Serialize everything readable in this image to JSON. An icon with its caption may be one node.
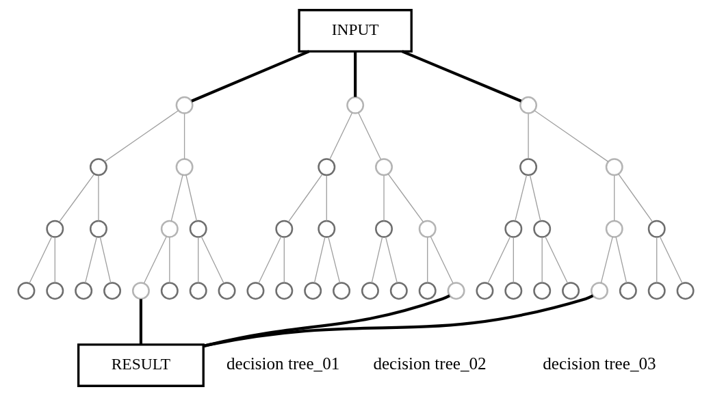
{
  "diagram": {
    "nodes": [
      {
        "text": [
          "INPUT"
        ]
      },
      {
        "text": [],
        "shape": "circle"
      },
      {
        "text": [],
        "shape": "circle"
      },
      {
        "text": [],
        "shape": "circle"
      },
      {
        "text": [],
        "shape": "circle"
      },
      {
        "text": [],
        "shape": "circle"
      },
      {
        "text": [],
        "shape": "circle"
      },
      {
        "text": [],
        "shape": "circle"
      },
      {
        "text": [],
        "shape": "circle"
      },
      {
        "text": [],
        "shape": "circle"
      },
      {
        "text": [],
        "shape": "circle"
      },
      {
        "text": [],
        "shape": "circle"
      },
      {
        "text": [],
        "shape": "circle"
      },
      {
        "text": [],
        "shape": "circle"
      },
      {
        "text": [],
        "shape": "circle"
      },
      {
        "text": [],
        "shape": "circle"
      },
      {
        "text": [],
        "shape": "circle"
      },
      {
        "text": [],
        "shape": "circle"
      },
      {
        "text": [],
        "shape": "circle"
      },
      {
        "text": [],
        "shape": "circle"
      },
      {
        "text": [],
        "shape": "circle"
      },
      {
        "text": [],
        "shape": "circle"
      },
      {
        "text": [],
        "shape": "circle"
      },
      {
        "text": [],
        "shape": "circle"
      },
      {
        "text": [],
        "shape": "circle"
      },
      {
        "text": [],
        "shape": "circle"
      },
      {
        "text": [],
        "shape": "circle"
      },
      {
        "text": [],
        "shape": "circle"
      },
      {
        "text": [],
        "shape": "circle"
      },
      {
        "text": [],
        "shape": "circle"
      },
      {
        "text": [],
        "shape": "circle"
      },
      {
        "text": [],
        "shape": "circle"
      },
      {
        "text": [],
        "shape": "circle"
      },
      {
        "text": [],
        "shape": "circle"
      },
      {
        "text": [],
        "shape": "circle"
      },
      {
        "text": [],
        "shape": "circle"
      },
      {
        "text": [],
        "shape": "circle"
      },
      {
        "text": [],
        "shape": "circle"
      },
      {
        "text": [],
        "shape": "circle"
      },
      {
        "text": [],
        "shape": "circle"
      },
      {
        "text": [],
        "shape": "circle"
      },
      {
        "text": [],
        "shape": "circle"
      },
      {
        "text": [],
        "shape": "circle"
      },
      {
        "text": [],
        "shape": "circle"
      },
      {
        "text": [],
        "shape": "circle"
      },
      {
        "text": [],
        "shape": "circle"
      },
      {
        "text": [
          "RESULT"
        ]
      }
    ],
    "edges": [
      {
        "from": 0,
        "to": 1,
        "arrow": "none",
        "style": "thick",
        "color": "#000000"
      },
      {
        "from": 0,
        "to": 16,
        "arrow": "none",
        "style": "thick",
        "color": "#000000"
      },
      {
        "from": 0,
        "to": 31,
        "arrow": "none",
        "style": "thick",
        "color": "#000000"
      },
      {
        "from": 1,
        "to": 2,
        "arrow": "none"
      },
      {
        "from": 1,
        "to": 3,
        "arrow": "none"
      },
      {
        "from": 2,
        "to": 4,
        "arrow": "none"
      },
      {
        "from": 2,
        "to": 5,
        "arrow": "none"
      },
      {
        "from": 3,
        "to": 6,
        "arrow": "none"
      },
      {
        "from": 3,
        "to": 7,
        "arrow": "none"
      },
      {
        "from": 4,
        "to": 8,
        "arrow": "none"
      },
      {
        "from": 4,
        "to": 9,
        "arrow": "none"
      },
      {
        "from": 5,
        "to": 10,
        "arrow": "none"
      },
      {
        "from": 5,
        "to": 11,
        "arrow": "none"
      },
      {
        "from": 6,
        "to": 12,
        "arrow": "none"
      },
      {
        "from": 6,
        "to": 13,
        "arrow": "none"
      },
      {
        "from": 7,
        "to": 14,
        "arrow": "none"
      },
      {
        "from": 7,
        "to": 15,
        "arrow": "none"
      },
      {
        "from": 16,
        "to": 17,
        "arrow": "none"
      },
      {
        "from": 16,
        "to": 18,
        "arrow": "none"
      },
      {
        "from": 17,
        "to": 19,
        "arrow": "none"
      },
      {
        "from": 17,
        "to": 20,
        "arrow": "none"
      },
      {
        "from": 18,
        "to": 21,
        "arrow": "none"
      },
      {
        "from": 18,
        "to": 22,
        "arrow": "none"
      },
      {
        "from": 19,
        "to": 23,
        "arrow": "none"
      },
      {
        "from": 19,
        "to": 24,
        "arrow": "none"
      },
      {
        "from": 20,
        "to": 25,
        "arrow": "none"
      },
      {
        "from": 20,
        "to": 26,
        "arrow": "none"
      },
      {
        "from": 21,
        "to": 27,
        "arrow": "none"
      },
      {
        "from": 21,
        "to": 28,
        "arrow": "none"
      },
      {
        "from": 22,
        "to": 29,
        "arrow": "none"
      },
      {
        "from": 22,
        "to": 30,
        "arrow": "none"
      },
      {
        "from": 31,
        "to": 32,
        "arrow": "none"
      },
      {
        "from": 31,
        "to": 33,
        "arrow": "none"
      },
      {
        "from": 32,
        "to": 34,
        "arrow": "none"
      },
      {
        "from": 32,
        "to": 35,
        "arrow": "none"
      },
      {
        "from": 33,
        "to": 36,
        "arrow": "none"
      },
      {
        "from": 33,
        "to": 37,
        "arrow": "none"
      },
      {
        "from": 34,
        "to": 38,
        "arrow": "none"
      },
      {
        "from": 34,
        "to": 39,
        "arrow": "none"
      },
      {
        "from": 35,
        "to": 40,
        "arrow": "none"
      },
      {
        "from": 35,
        "to": 41,
        "arrow": "none"
      },
      {
        "from": 36,
        "to": 42,
        "arrow": "none"
      },
      {
        "from": 36,
        "to": 43,
        "arrow": "none"
      },
      {
        "from": 37,
        "to": 44,
        "arrow": "none"
      },
      {
        "from": 37,
        "to": 45,
        "arrow": "none"
      },
      {
        "from": 12,
        "to": 46,
        "arrow": "none",
        "style": "thick",
        "color": "#000000"
      },
      {
        "from": 30,
        "to": 46,
        "arrow": "none",
        "style": "thick",
        "color": "#000000"
      },
      {
        "from": 42,
        "to": 46,
        "arrow": "none",
        "style": "thick",
        "color": "#000000"
      }
    ],
    "labels": [
      "decision tree_01",
      "decision tree_02",
      "decision tree_03"
    ]
  }
}
